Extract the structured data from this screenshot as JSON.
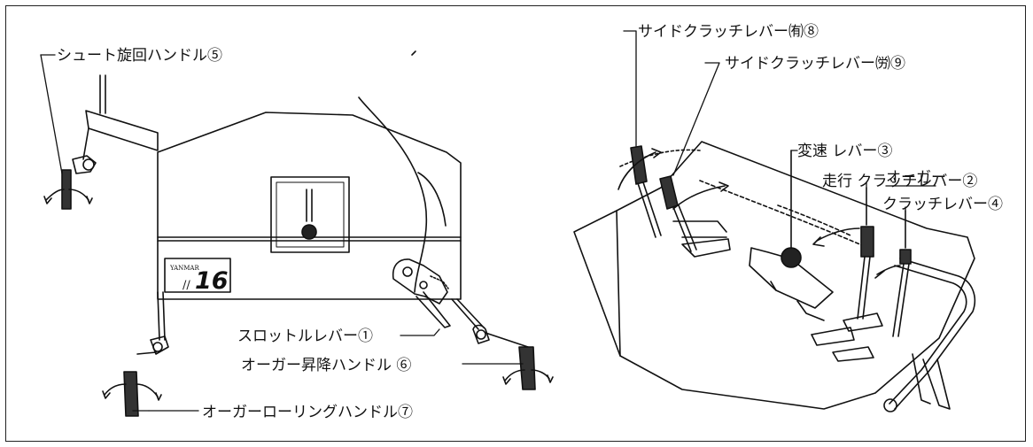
{
  "labels": {
    "chute_handle": "シュート旋回ハンドル⑤",
    "throttle_lever": "スロットルレバー①",
    "auger_lift_handle": "オーガー昇降ハンドル ⑥",
    "auger_rolling_handle": "オーガーローリングハンドル⑦",
    "side_clutch_right": "サイドクラッチレバー㈲⑧",
    "side_clutch_left": "サイドクラッチレバー㈸⑨",
    "shift_lever": "変速 レバー③",
    "travel_clutch": "走行 クラッチレバー②",
    "auger_clutch_line1": "オーガー",
    "auger_clutch_line2": "クラッチレバー④"
  },
  "panel": {
    "brand": "YANMAR",
    "model_prefix": "//",
    "model_number": "16"
  }
}
